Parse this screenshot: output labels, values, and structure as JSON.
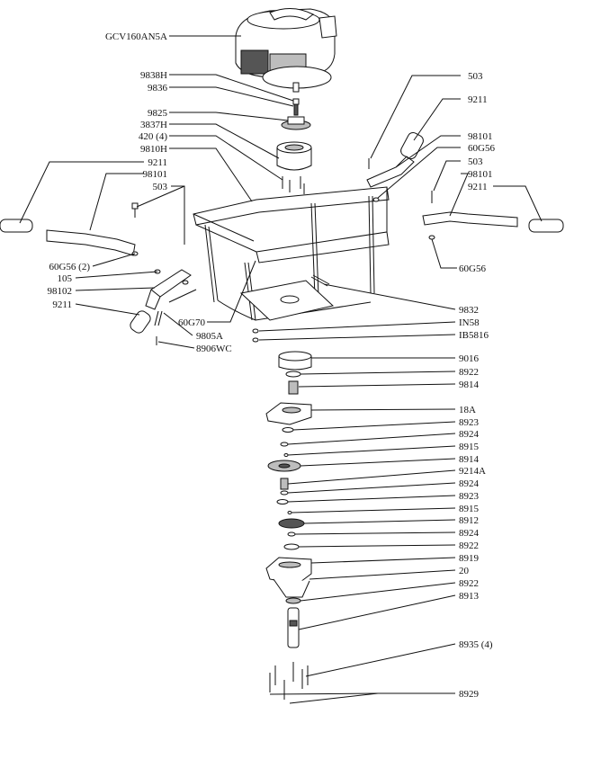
{
  "labels": {
    "engine": "GCV160AN5A",
    "p9838h": "9838H",
    "p9836": "9836",
    "p9825": "9825",
    "p3837h": "3837H",
    "p420": "420 (4)",
    "p9810h": "9810H",
    "l9211": "9211",
    "l98101": "98101",
    "l503": "503",
    "l60g56": "60G56 (2)",
    "l105": "105",
    "l98102": "98102",
    "l9211b": "9211",
    "p60g70": "60G70",
    "p9805a": "9805A",
    "p8906wc": "8906WC",
    "r503": "503",
    "r9211": "9211",
    "r98101": "98101",
    "r60g56": "60G56",
    "r503b": "503",
    "r98101b": "98101",
    "r9211b": "9211",
    "r60g56b": "60G56",
    "p9832": "9832",
    "pin58": "IN58",
    "pib5816": "IB5816",
    "p9016": "9016",
    "p8922a": "8922",
    "p9814": "9814",
    "p18a": "18A",
    "p8923a": "8923",
    "p8924a": "8924",
    "p8915a": "8915",
    "p8914": "8914",
    "p9214a": "9214A",
    "p8924b": "8924",
    "p8923b": "8923",
    "p8915b": "8915",
    "p8912": "8912",
    "p8924c": "8924",
    "p8922b": "8922",
    "p8919": "8919",
    "p20": "20",
    "p8922c": "8922",
    "p8913": "8913",
    "p8935": "8935 (4)",
    "p8929": "8929"
  }
}
